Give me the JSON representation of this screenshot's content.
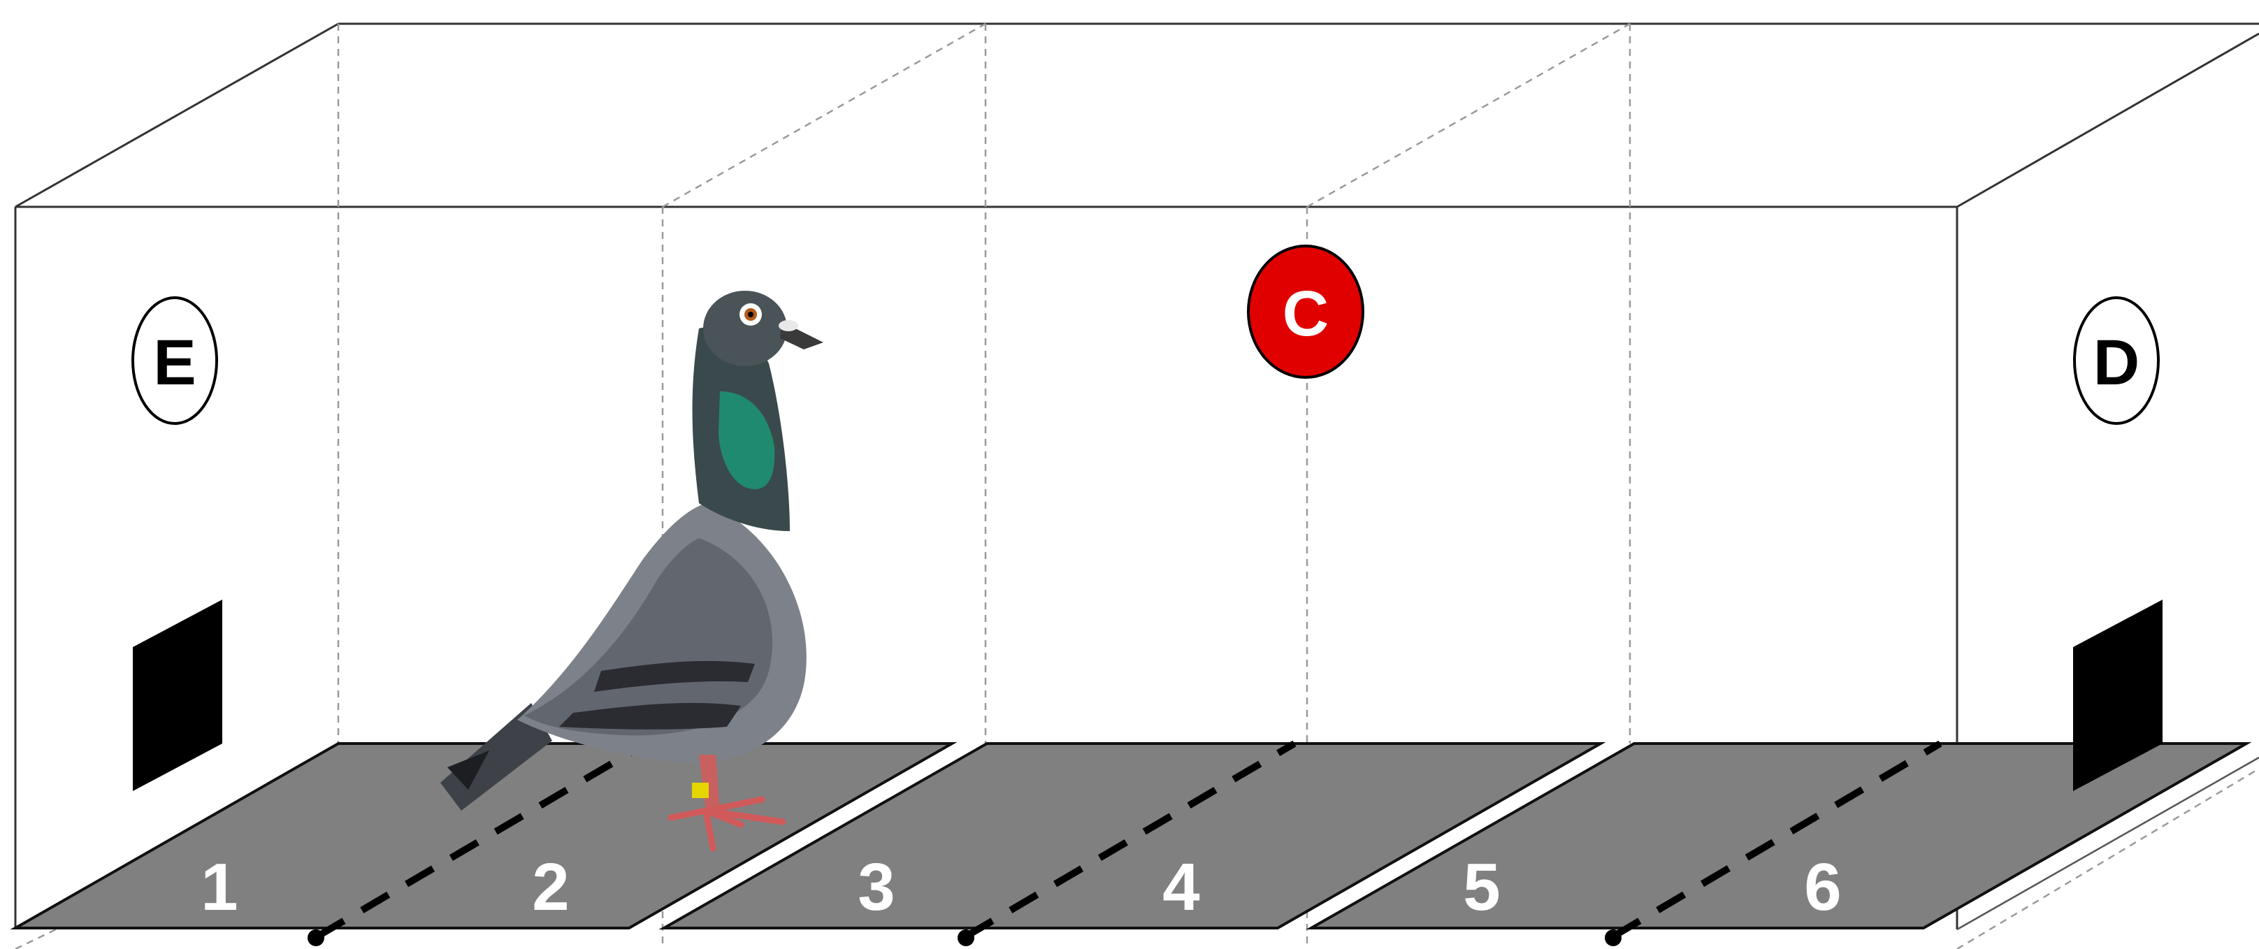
{
  "markers": {
    "left": {
      "label": "E",
      "fill": "#ffffff",
      "text_color": "#000000"
    },
    "center": {
      "label": "C",
      "fill": "#e00000",
      "text_color": "#ffffff"
    },
    "right": {
      "label": "D",
      "fill": "#ffffff",
      "text_color": "#000000"
    }
  },
  "floor": {
    "pad_color": "#808080",
    "zone_labels": [
      "1",
      "2",
      "3",
      "4",
      "5",
      "6"
    ]
  },
  "colors": {
    "outline": "#333333",
    "dashed_guides": "#9a9a9a",
    "feeder": "#000000"
  },
  "subject_icon": "pigeon-icon"
}
